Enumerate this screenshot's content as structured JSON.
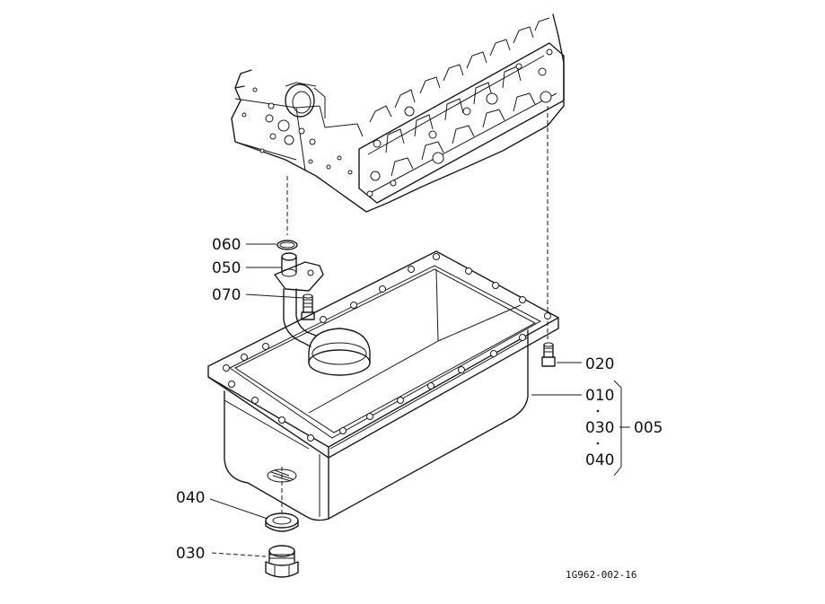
{
  "diagram": {
    "reference_code": "1G962-002-16",
    "callouts": {
      "c060": "060",
      "c050": "050",
      "c070": "070",
      "c020": "020",
      "c010": "010",
      "c030_right": "030",
      "c040_right": "040",
      "c005": "005",
      "c040_left": "040",
      "c030_left": "030"
    }
  }
}
